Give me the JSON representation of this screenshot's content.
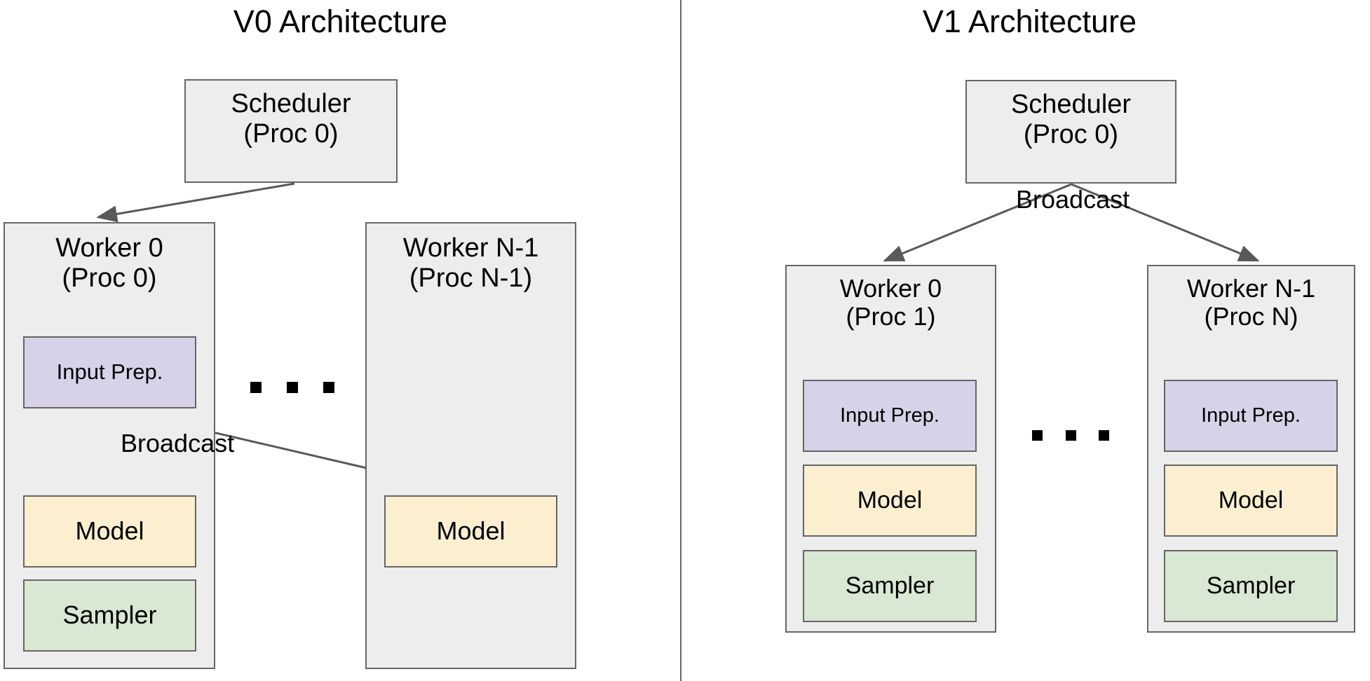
{
  "panels": [
    {
      "id": "v0",
      "title": "V0 Architecture",
      "scheduler": {
        "label": "Scheduler\n(Proc 0)"
      },
      "edge_labels": {
        "broadcast": "Broadcast"
      },
      "ellipsis": ". . .",
      "workers": [
        {
          "title": "Worker 0\n(Proc 0)",
          "components": [
            {
              "name": "input-prep",
              "label": "Input Prep.",
              "color": "#d8d2e8"
            },
            {
              "name": "model",
              "label": "Model",
              "color": "#fbefd0"
            },
            {
              "name": "sampler",
              "label": "Sampler",
              "color": "#d9e8d2"
            }
          ]
        },
        {
          "title": "Worker N-1\n(Proc N-1)",
          "components": [
            {
              "name": "model",
              "label": "Model",
              "color": "#fbefd0"
            }
          ]
        }
      ]
    },
    {
      "id": "v1",
      "title": "V1 Architecture",
      "scheduler": {
        "label": "Scheduler\n(Proc 0)"
      },
      "edge_labels": {
        "broadcast": "Broadcast"
      },
      "ellipsis": ". . .",
      "workers": [
        {
          "title": "Worker 0\n(Proc 1)",
          "components": [
            {
              "name": "input-prep",
              "label": "Input Prep.",
              "color": "#d8d2e8"
            },
            {
              "name": "model",
              "label": "Model",
              "color": "#fbefd0"
            },
            {
              "name": "sampler",
              "label": "Sampler",
              "color": "#d9e8d2"
            }
          ]
        },
        {
          "title": "Worker N-1\n(Proc N)",
          "components": [
            {
              "name": "input-prep",
              "label": "Input Prep.",
              "color": "#d8d2e8"
            },
            {
              "name": "model",
              "label": "Model",
              "color": "#fbefd0"
            },
            {
              "name": "sampler",
              "label": "Sampler",
              "color": "#d9e8d2"
            }
          ]
        }
      ]
    }
  ],
  "style": {
    "box_fill": "#ededed",
    "box_stroke": "#666666",
    "arrow_color": "#595959",
    "divider_color": "#666666",
    "text_color": "#000000"
  }
}
